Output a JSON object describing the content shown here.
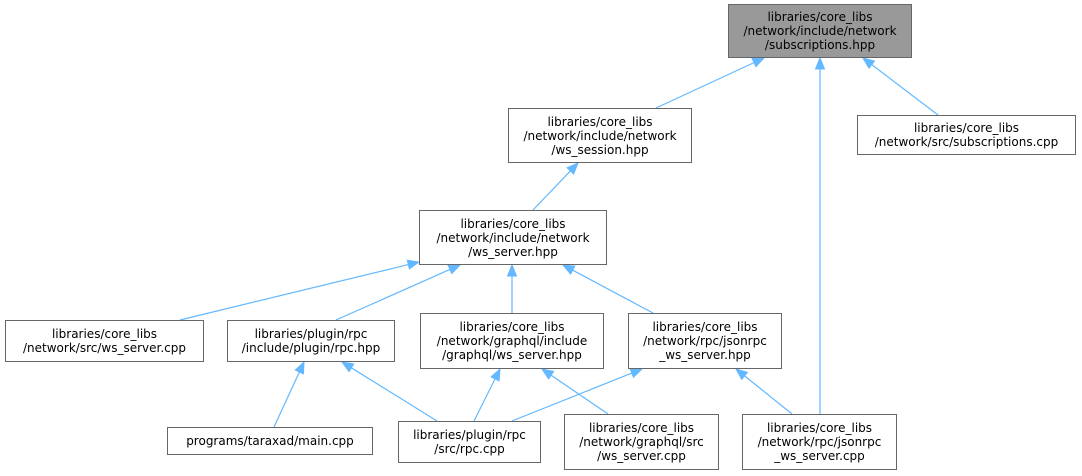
{
  "nodes": [
    {
      "id": "subscriptions_hpp",
      "lines": [
        "libraries/core_libs",
        "/network/include/network",
        "/subscriptions.hpp"
      ],
      "root": true
    },
    {
      "id": "ws_session_hpp",
      "lines": [
        "libraries/core_libs",
        "/network/include/network",
        "/ws_session.hpp"
      ]
    },
    {
      "id": "subscriptions_cpp",
      "lines": [
        "libraries/core_libs",
        "/network/src/subscriptions.cpp"
      ]
    },
    {
      "id": "ws_server_hpp",
      "lines": [
        "libraries/core_libs",
        "/network/include/network",
        "/ws_server.hpp"
      ]
    },
    {
      "id": "src_ws_server_cpp",
      "lines": [
        "libraries/core_libs",
        "/network/src/ws_server.cpp"
      ]
    },
    {
      "id": "plugin_rpc_hpp",
      "lines": [
        "libraries/plugin/rpc",
        "/include/plugin/rpc.hpp"
      ]
    },
    {
      "id": "graphql_ws_server_hpp",
      "lines": [
        "libraries/core_libs",
        "/network/graphql/include",
        "/graphql/ws_server.hpp"
      ]
    },
    {
      "id": "jsonrpc_ws_server_hpp",
      "lines": [
        "libraries/core_libs",
        "/network/rpc/jsonrpc",
        "_ws_server.hpp"
      ]
    },
    {
      "id": "main_cpp",
      "lines": [
        "programs/taraxad/main.cpp"
      ]
    },
    {
      "id": "rpc_cpp",
      "lines": [
        "libraries/plugin/rpc",
        "/src/rpc.cpp"
      ]
    },
    {
      "id": "graphql_ws_server_cpp",
      "lines": [
        "libraries/core_libs",
        "/network/graphql/src",
        "/ws_server.cpp"
      ]
    },
    {
      "id": "jsonrpc_ws_server_cpp",
      "lines": [
        "libraries/core_libs",
        "/network/rpc/jsonrpc",
        "_ws_server.cpp"
      ]
    }
  ],
  "edges": [
    {
      "from": "ws_session_hpp",
      "to": "subscriptions_hpp"
    },
    {
      "from": "jsonrpc_ws_server_cpp",
      "to": "subscriptions_hpp"
    },
    {
      "from": "subscriptions_cpp",
      "to": "subscriptions_hpp"
    },
    {
      "from": "ws_server_hpp",
      "to": "ws_session_hpp"
    },
    {
      "from": "src_ws_server_cpp",
      "to": "ws_server_hpp"
    },
    {
      "from": "plugin_rpc_hpp",
      "to": "ws_server_hpp"
    },
    {
      "from": "graphql_ws_server_hpp",
      "to": "ws_server_hpp"
    },
    {
      "from": "jsonrpc_ws_server_hpp",
      "to": "ws_server_hpp"
    },
    {
      "from": "main_cpp",
      "to": "plugin_rpc_hpp"
    },
    {
      "from": "rpc_cpp",
      "to": "plugin_rpc_hpp"
    },
    {
      "from": "rpc_cpp",
      "to": "graphql_ws_server_hpp"
    },
    {
      "from": "graphql_ws_server_cpp",
      "to": "graphql_ws_server_hpp"
    },
    {
      "from": "rpc_cpp",
      "to": "jsonrpc_ws_server_hpp"
    },
    {
      "from": "jsonrpc_ws_server_cpp",
      "to": "jsonrpc_ws_server_hpp"
    }
  ],
  "colors": {
    "edge": "#63b8ff",
    "node_border": "#666666",
    "node_fill": "#ffffff",
    "root_fill": "#999999",
    "text": "#000000"
  }
}
